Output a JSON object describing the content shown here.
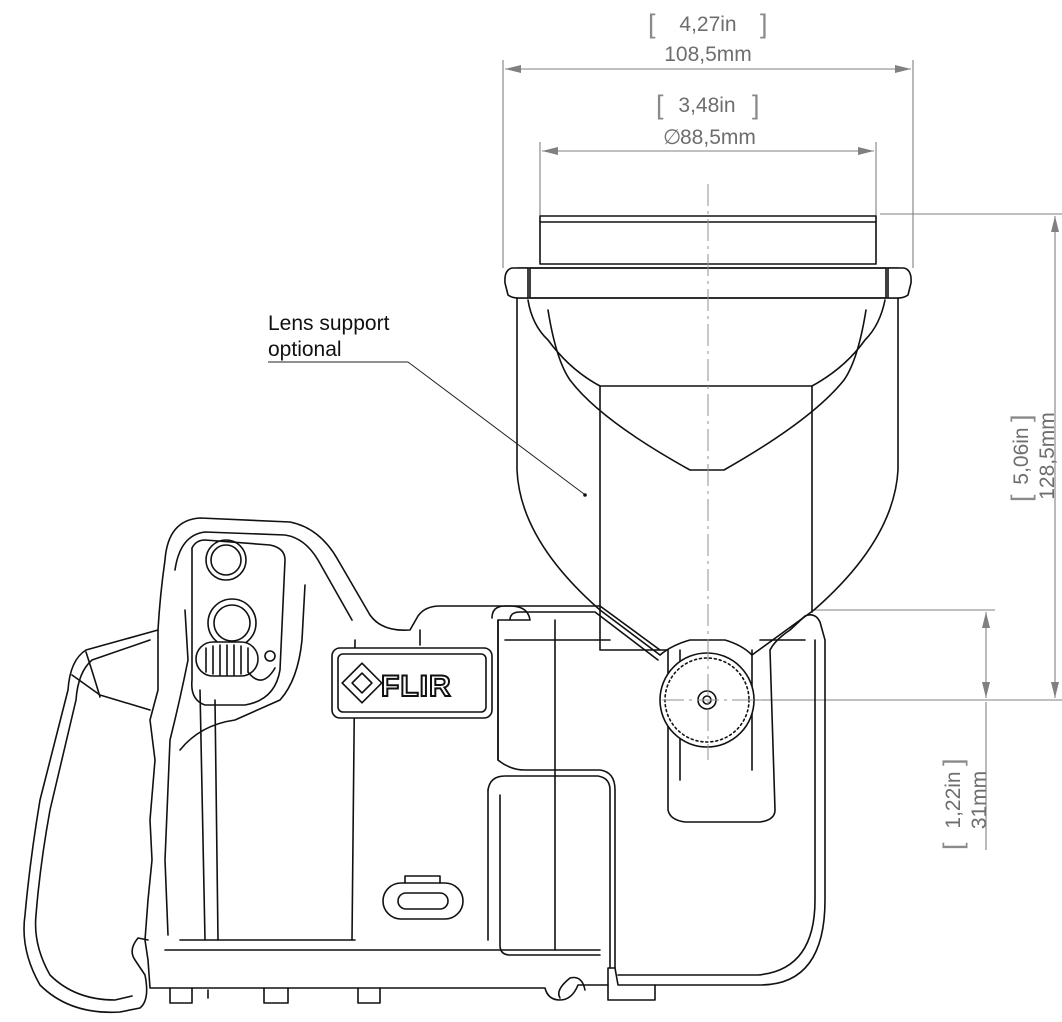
{
  "dimensions": {
    "overall_width": {
      "imperial": "4,27in",
      "metric": "108,5mm"
    },
    "lens_diameter": {
      "imperial": "3,48in",
      "metric": "88,5mm",
      "symbol": "∅"
    },
    "overall_height": {
      "imperial": "5,06in",
      "metric": "128,5mm"
    },
    "pivot_offset": {
      "imperial": "1,22in",
      "metric": "31mm"
    }
  },
  "callout": {
    "line1": "Lens support",
    "line2": "optional"
  },
  "logo": {
    "text": "FLIR"
  }
}
